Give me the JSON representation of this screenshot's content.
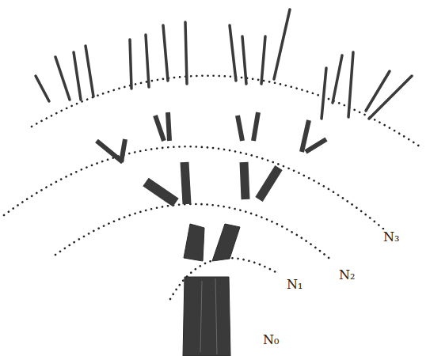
{
  "diagram": {
    "labels": [
      "N₀",
      "N₁",
      "N₂",
      "N₃"
    ]
  }
}
